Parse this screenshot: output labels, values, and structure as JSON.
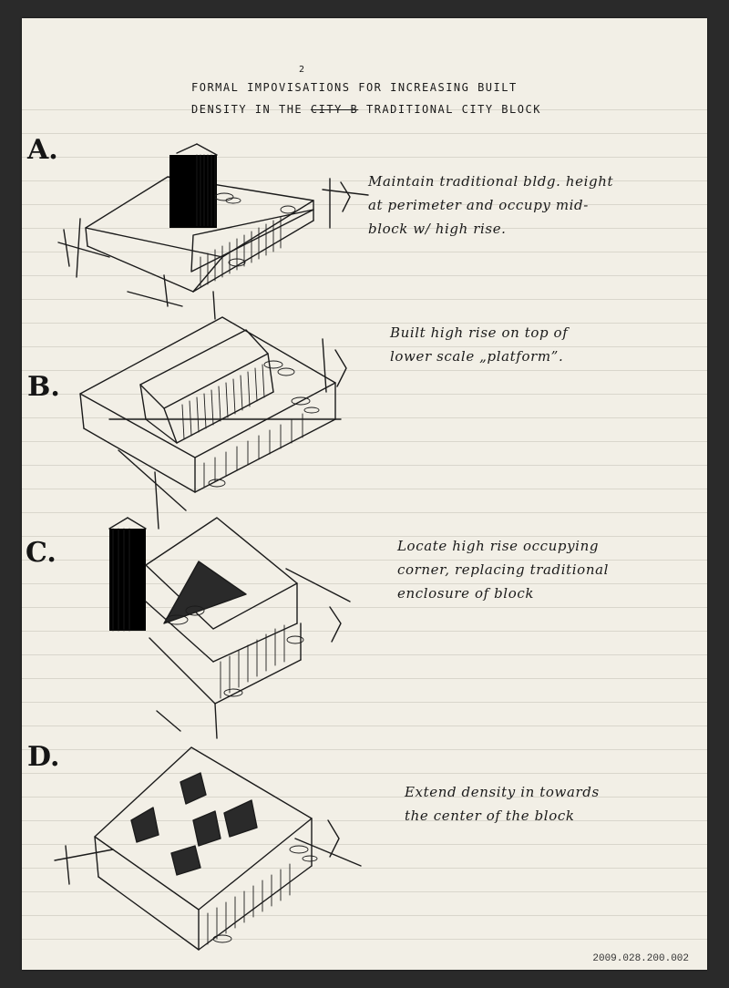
{
  "title": {
    "line1": "FORMAL IMPOVISATIONS FOR INCREASING BUILT",
    "line1_insert": "2",
    "line2_start": "DENSITY IN THE",
    "line2_struck": "CITY B",
    "line2_end": "TRADITIONAL CITY BLOCK"
  },
  "sections": [
    {
      "letter": "A.",
      "caption_lines": [
        "Maintain traditional bldg. height",
        "at perimeter and occupy mid-",
        "block w/ high rise."
      ]
    },
    {
      "letter": "B.",
      "caption_lines": [
        "Built high rise on top of",
        "lower scale „platform”."
      ]
    },
    {
      "letter": "C.",
      "caption_lines": [
        "Locate high rise occupying",
        "corner, replacing traditional",
        "enclosure of block"
      ]
    },
    {
      "letter": "D.",
      "caption_lines": [
        "Extend density in towards",
        "the center of the block"
      ]
    }
  ],
  "accession": "2009.028.200.002"
}
